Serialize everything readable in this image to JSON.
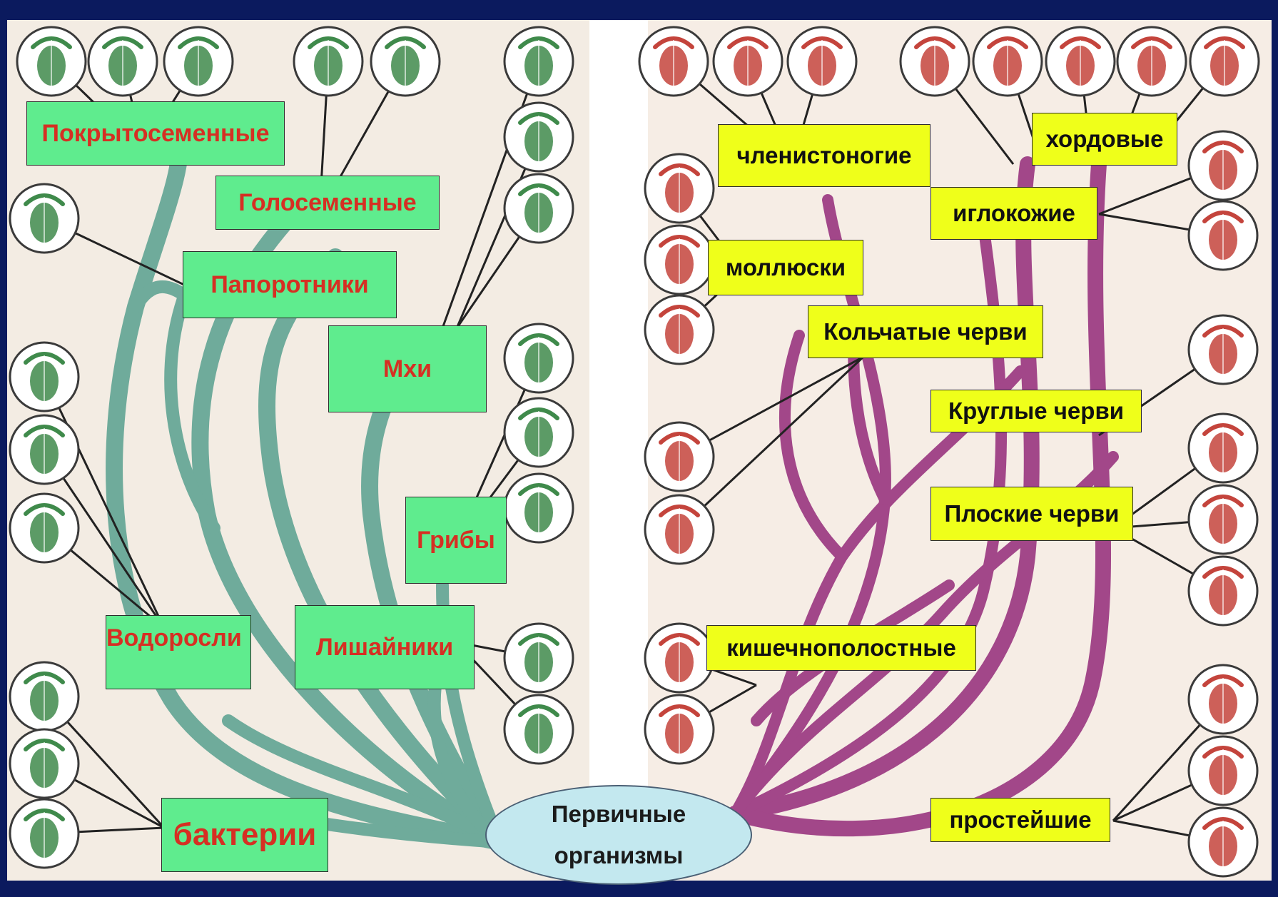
{
  "root": {
    "line1": "Первичные",
    "line2": "организмы"
  },
  "plant_groups": [
    {
      "label": "Покрытосеменные"
    },
    {
      "label": "Голосеменные"
    },
    {
      "label": "Папоротники"
    },
    {
      "label": "Мхи"
    },
    {
      "label": "Грибы"
    },
    {
      "label": "Водоросли"
    },
    {
      "label": "Лишайники"
    },
    {
      "label": "бактерии"
    }
  ],
  "animal_groups": [
    {
      "label": "членистоногие"
    },
    {
      "label": "хордовые"
    },
    {
      "label": "иглокожие"
    },
    {
      "label": "моллюски"
    },
    {
      "label": "Кольчатые черви"
    },
    {
      "label": "Круглые черви"
    },
    {
      "label": "Плоские черви"
    },
    {
      "label": "кишечнополостные"
    },
    {
      "label": "простейшие"
    }
  ],
  "colors": {
    "background_frame": "#0b1a5e",
    "plant_branch": "#6fab9b",
    "animal_branch": "#a24789",
    "plant_label_bg": "#5fec8e",
    "plant_label_text": "#d62f23",
    "animal_label_bg": "#efff1a",
    "animal_label_text": "#111111",
    "root_bg": "#c3e8ef",
    "plant_icon": "#3f8a4b",
    "animal_icon": "#c4443c"
  },
  "plant_icons": [
    "flowering-plant-icon",
    "berry-plant-icon",
    "cereal-plant-icon",
    "pine-branch-icon",
    "pine-cone-icon",
    "moss-tuft-icon",
    "horsetail-icon",
    "cactus-moss-icon",
    "fern-icon",
    "branched-alga-icon",
    "filament-alga-icon",
    "unicellular-alga-icon",
    "cap-mushroom-icon",
    "mold-fungus-icon",
    "club-fungus-icon",
    "leafy-lichen-icon",
    "cup-lichen-icon",
    "coccus-bacteria-icon",
    "spiral-bacteria-icon",
    "rod-bacteria-icon"
  ],
  "animal_icons": [
    "crayfish-icon",
    "spider-icon",
    "butterfly-icon",
    "fish-icon",
    "frog-icon",
    "turtle-icon",
    "bird-icon",
    "monkey-icon",
    "shrimp-icon",
    "mussel-icon",
    "snail-icon",
    "starfish-icon",
    "sea-urchin-icon",
    "earthworm-icon",
    "leech-icon",
    "roundworm-icon",
    "planarian-icon",
    "fluke-icon",
    "tapeworm-icon",
    "jellyfish-icon",
    "hydra-icon",
    "amoeba-icon",
    "euglena-icon",
    "paramecium-icon"
  ]
}
